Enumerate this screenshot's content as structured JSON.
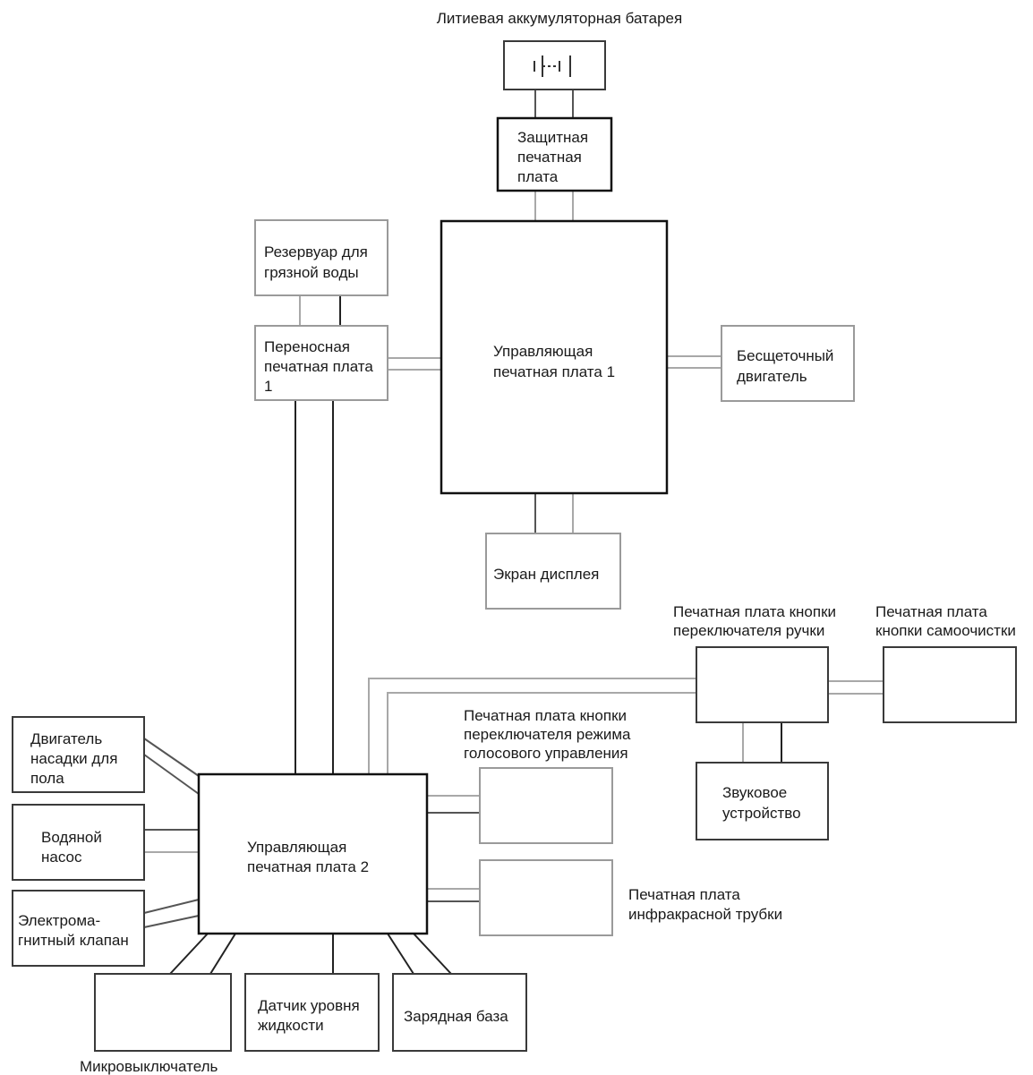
{
  "labels": {
    "battery": "Литиевая аккумуляторная батарея",
    "protection_pcb": [
      "Защитная",
      "печатная",
      "плата"
    ],
    "dirty_tank": [
      "Резервуар для",
      "грязной воды"
    ],
    "transfer_pcb": [
      "Переносная",
      "печатная плата",
      "1"
    ],
    "control_pcb1": [
      "Управляющая",
      "печатная плата 1"
    ],
    "brushless_motor": [
      "Бесщеточный",
      "двигатель"
    ],
    "display": "Экран дисплея",
    "handle_switch_pcb": [
      "Печатная плата кнопки",
      "переключателя ручки"
    ],
    "self_clean_pcb": [
      "Печатная плата",
      "кнопки самоочистки"
    ],
    "voice_mode_pcb": [
      "Печатная плата кнопки",
      "переключателя режима",
      "голосового управления"
    ],
    "sound_device": [
      "Звуковое",
      "устройство"
    ],
    "floor_motor": [
      "Двигатель",
      "насадки для",
      "пола"
    ],
    "water_pump": [
      "Водяной",
      "насос"
    ],
    "solenoid_valve": [
      "Электрома-",
      "гнитный клапан"
    ],
    "control_pcb2": [
      "Управляющая",
      "печатная плата 2"
    ],
    "ir_tube_pcb": [
      "Печатная плата",
      "инфракрасной трубки"
    ],
    "microswitch": "Микровыключатель",
    "level_sensor": [
      "Датчик уровня",
      "жидкости"
    ],
    "charging_base": "Зарядная база"
  }
}
